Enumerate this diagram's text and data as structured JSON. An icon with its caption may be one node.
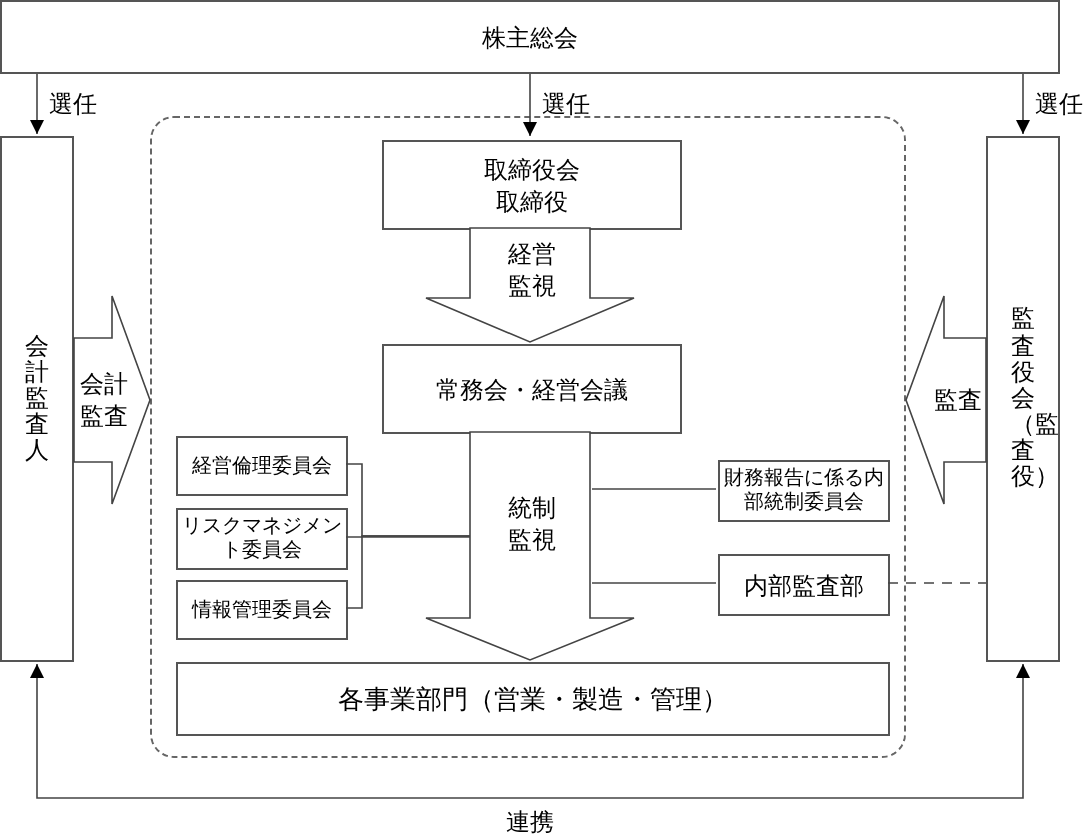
{
  "diagram": {
    "nodes": [
      {
        "text": [
          "株主総会"
        ]
      },
      {
        "text": [
          "会計監査人"
        ]
      },
      {
        "text": [
          "監査役会（監査役）"
        ]
      },
      {
        "text": [],
        "shape": "box"
      },
      {
        "text": [
          "取締役会",
          "取締役"
        ],
        "in": 3
      },
      {
        "text": [
          "常務会・経営会議"
        ],
        "in": 3
      },
      {
        "text": [
          "経営倫理委員会"
        ],
        "in": 3
      },
      {
        "text": [
          "リスクマネジメント委員会"
        ],
        "in": 3
      },
      {
        "text": [
          "情報管理委員会"
        ],
        "in": 3
      },
      {
        "text": [
          "財務報告に係る内部統制委員会"
        ],
        "in": 3
      },
      {
        "text": [
          "内部監査部"
        ],
        "in": 3
      },
      {
        "text": [
          "各事業部門（営業・製造・管理）"
        ],
        "in": 3
      }
    ],
    "edges": [
      {
        "from": 0,
        "to": 1,
        "arrow": "to",
        "label": "選任"
      },
      {
        "from": 0,
        "to": 4,
        "arrow": "to",
        "label": "選任"
      },
      {
        "from": 0,
        "to": 2,
        "arrow": "to",
        "label": "選任"
      },
      {
        "from": 4,
        "to": 5,
        "arrow": "to",
        "label": "経営監視",
        "style": "thick"
      },
      {
        "from": 1,
        "to": 3,
        "arrow": "to",
        "label": "会計監査",
        "style": "thick"
      },
      {
        "from": 2,
        "to": 3,
        "arrow": "to",
        "label": "監査",
        "style": "thick"
      },
      {
        "from": 5,
        "to": 11,
        "arrow": "to",
        "label": "統制監視",
        "style": "thick"
      },
      {
        "from": 6,
        "to": null,
        "arrow": "none"
      },
      {
        "from": 7,
        "to": null,
        "arrow": "none"
      },
      {
        "from": 8,
        "to": null,
        "arrow": "none"
      },
      {
        "from": 9,
        "to": null,
        "arrow": "none"
      },
      {
        "from": 10,
        "to": null,
        "arrow": "none"
      },
      {
        "from": 10,
        "to": 2,
        "arrow": "none",
        "style": "dashed"
      },
      {
        "from": 1,
        "to": 2,
        "arrow": "both",
        "label": "連携"
      }
    ]
  }
}
